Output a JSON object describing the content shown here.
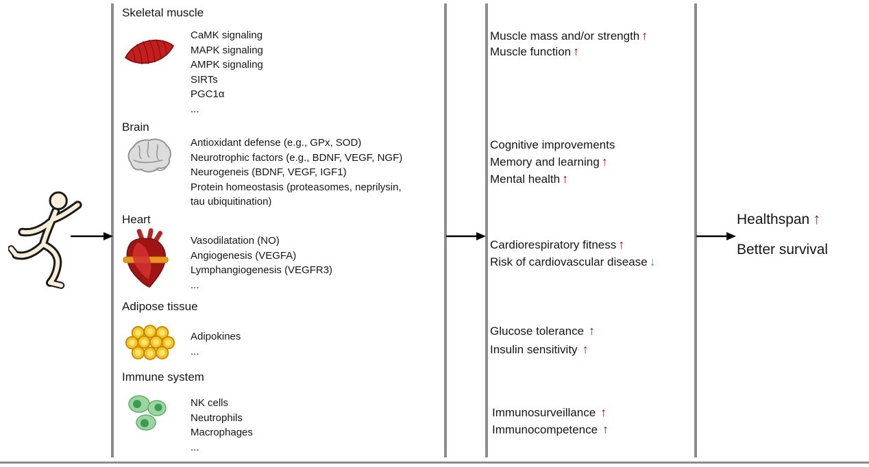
{
  "colors": {
    "up_arrow": "#a31515",
    "down_arrow": "#4e9b4e",
    "divider_bar": "#8c8c8c",
    "flow_arrow": "#000000",
    "muscle_red": "#c41f1f",
    "heart_red": "#a01414",
    "heart_band_orange": "#e6971e",
    "adipose_yellow": "#f6c81f",
    "immune_green": "#9ed4a0",
    "brain_gray": "#dcdcdc"
  },
  "left_figure": {
    "icon": "runner-icon"
  },
  "sections": [
    {
      "title": "Skeletal muscle",
      "icon": "skeletal-muscle-icon",
      "items": [
        "CaMK signaling",
        "MAPK signaling",
        "AMPK signaling",
        "SIRTs",
        "PGC1α",
        "..."
      ],
      "outcomes": [
        {
          "text": "Muscle mass and/or strength",
          "arrow": "↑",
          "direction": "up"
        },
        {
          "text": "Muscle function",
          "arrow": "↑",
          "direction": "up"
        }
      ]
    },
    {
      "title": "Brain",
      "icon": "brain-icon",
      "items": [
        "Antioxidant defense (e.g., GPx, SOD)",
        "Neurotrophic factors (e.g., BDNF, VEGF, NGF)",
        "Neurogeneis (BDNF, VEGF, IGF1)",
        "Protein homeostasis (proteasomes, neprilysin,",
        "tau ubiquitination)"
      ],
      "outcomes": [
        {
          "text": "Cognitive improvements",
          "arrow": "",
          "direction": "none"
        },
        {
          "text": "Memory and learning",
          "arrow": "↑",
          "direction": "up"
        },
        {
          "text": "Mental health",
          "arrow": "↑",
          "direction": "up"
        }
      ]
    },
    {
      "title": "Heart",
      "icon": "heart-icon",
      "items": [
        "Vasodilatation (NO)",
        "Angiogenesis (VEGFA)",
        "Lymphangiogenesis (VEGFR3)",
        "..."
      ],
      "outcomes": [
        {
          "text": "Cardiorespiratory fitness",
          "arrow": "↑",
          "direction": "up"
        },
        {
          "text": "Risk of cardiovascular disease",
          "arrow": "↓",
          "direction": "down"
        }
      ]
    },
    {
      "title": "Adipose tissue",
      "icon": "adipose-icon",
      "items": [
        "Adipokines",
        "..."
      ],
      "outcomes": [
        {
          "text": "Glucose tolerance",
          "arrow": "↑",
          "direction": "up"
        },
        {
          "text": "Insulin sensitivity",
          "arrow": "↑",
          "direction": "up"
        }
      ]
    },
    {
      "title": "Immune system",
      "icon": "immune-icon",
      "items": [
        "NK cells",
        "Neutrophils",
        "Macrophages",
        "..."
      ],
      "outcomes": [
        {
          "text": "Immunosurveillance",
          "arrow": "↑",
          "direction": "up"
        },
        {
          "text": "Immunocompetence",
          "arrow": "↑",
          "direction": "up"
        }
      ]
    }
  ],
  "final_outcomes": [
    {
      "text": "Healthspan",
      "arrow": "↑",
      "direction": "up"
    },
    {
      "text": "Better survival",
      "arrow": "",
      "direction": "none"
    }
  ]
}
